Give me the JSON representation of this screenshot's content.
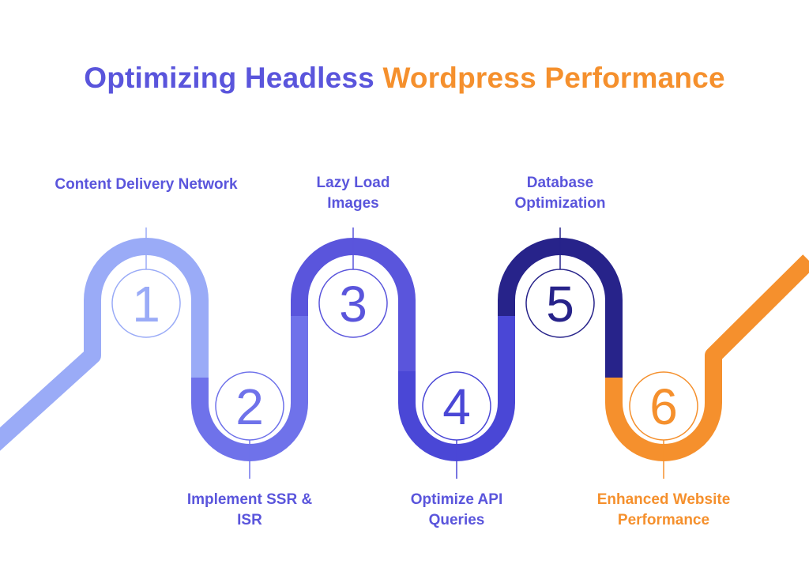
{
  "title": {
    "part1": "Optimizing Headless",
    "part2": "Wordpress Performance"
  },
  "colors": {
    "title_primary": "#5a55dc",
    "title_accent": "#f5902d"
  },
  "steps": [
    {
      "number": "1",
      "label": "Content Delivery Network",
      "color": "#9aabf7",
      "label_color": "#5a55dc"
    },
    {
      "number": "2",
      "label": "Implement SSR & ISR",
      "color": "#6f72ea",
      "label_color": "#5a55dc"
    },
    {
      "number": "3",
      "label": "Lazy Load Images",
      "color": "#5a55dc",
      "label_color": "#5a55dc"
    },
    {
      "number": "4",
      "label": "Optimize API Queries",
      "color": "#4a47d6",
      "label_color": "#5a55dc"
    },
    {
      "number": "5",
      "label": "Database Optimization",
      "color": "#27238a",
      "label_color": "#5a55dc"
    },
    {
      "number": "6",
      "label": "Enhanced Website Performance",
      "color": "#f5902d",
      "label_color": "#f5902d"
    }
  ]
}
